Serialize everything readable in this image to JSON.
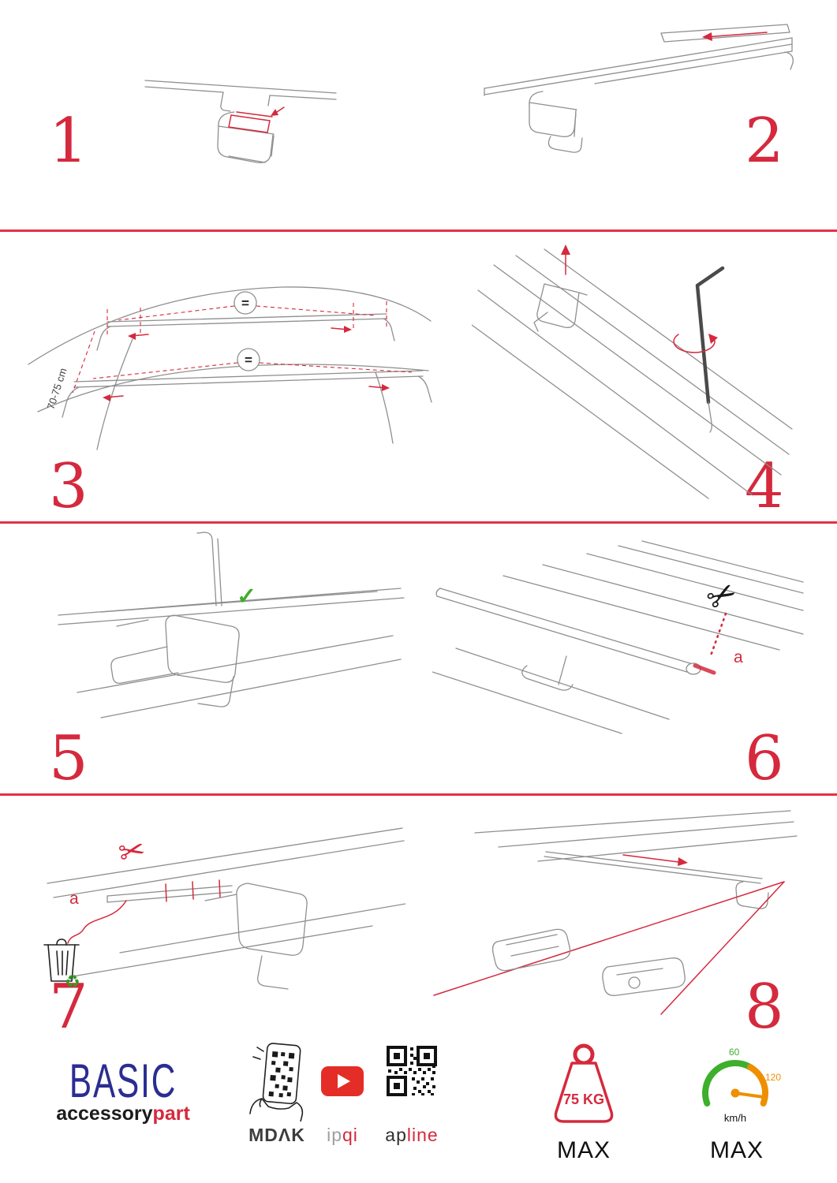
{
  "colors": {
    "accent_red": "#d5293d",
    "divider_red": "#e13246",
    "line_gray": "#8f8f8f",
    "check_green": "#3fae2a",
    "recycle_green": "#2f9e23",
    "brand_navy": "#2b2d92",
    "gauge_green": "#3daf2c",
    "gauge_orange": "#ef8f00",
    "youtube_red": "#e52d27"
  },
  "steps": {
    "s1": {
      "number": "1"
    },
    "s2": {
      "number": "2"
    },
    "s3": {
      "number": "3",
      "measure_label": "70-75 cm",
      "equal_sign": "="
    },
    "s4": {
      "number": "4"
    },
    "s5": {
      "number": "5"
    },
    "s6": {
      "number": "6",
      "cut_label": "a"
    },
    "s7": {
      "number": "7",
      "cut_label": "a"
    },
    "s8": {
      "number": "8"
    }
  },
  "icons": {
    "scissors": "✂",
    "check": "✓",
    "recycle": "♻"
  },
  "footer": {
    "brand": "BASIC",
    "brand_sub_dark": "accessory",
    "brand_sub_red": "part",
    "partner_mdak": "MDΛK",
    "partner_ipqi_gray": "ip",
    "partner_ipqi_red": "qi",
    "partner_apline_dark": "ap",
    "partner_apline_red": "line",
    "weight_value": "75 KG",
    "weight_max_label": "MAX",
    "speed_min_label": "60",
    "speed_max_value": "120",
    "speed_unit": "km/h",
    "speed_max_label": "MAX"
  }
}
